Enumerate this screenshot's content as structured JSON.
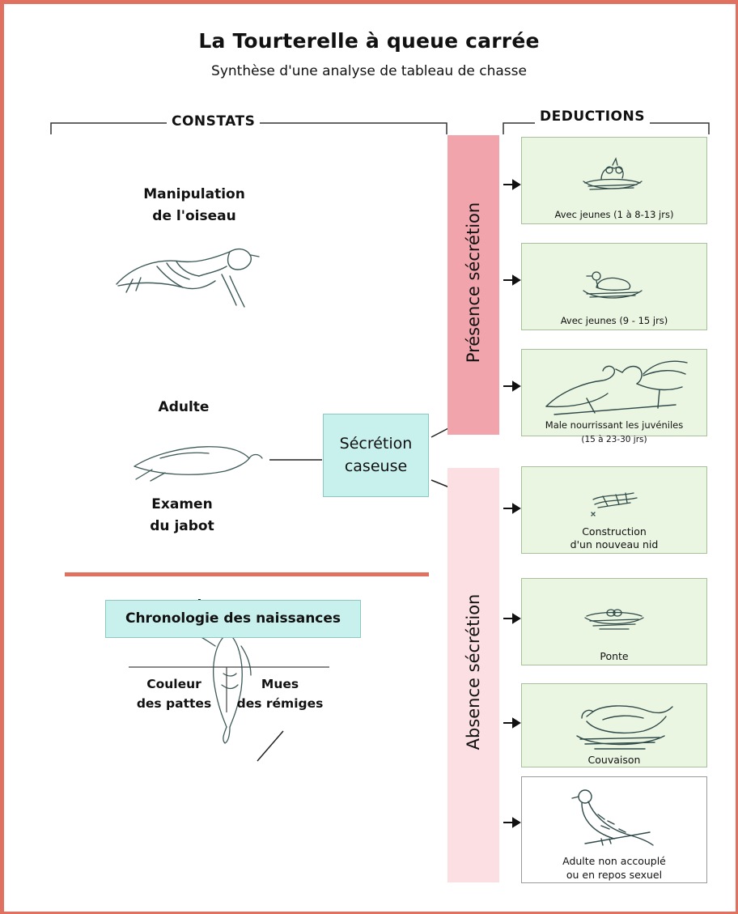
{
  "header": {
    "title": "La Tourterelle à queue carrée",
    "subtitle": "Synthèse d'une analyse de tableau de chasse"
  },
  "columns": {
    "constats": "CONSTATS",
    "deductions": "DEDUCTIONS"
  },
  "constats": {
    "manipulation": [
      "Manipulation",
      "de l'oiseau"
    ],
    "adulte": "Adulte",
    "examen": [
      "Examen",
      "du jabot"
    ],
    "jeune": "jeune",
    "couleur": [
      "Couleur",
      "des pattes"
    ],
    "mues": [
      "Mues",
      "des rémiges"
    ],
    "chronologie": "Chronologie des naissances"
  },
  "secretion_box": [
    "Sécrétion",
    "caseuse"
  ],
  "bands": {
    "presence": {
      "label": "Présence sécrétion",
      "color": "#f2a4ac"
    },
    "absence": {
      "label": "Absence sécrétion",
      "color": "#fbdfe3"
    }
  },
  "deductions": {
    "presence": [
      {
        "lines": [
          "Avec jeunes (1 à 8-13 jrs)"
        ],
        "icon": "nest-with-chicks-icon"
      },
      {
        "lines": [
          "Avec jeunes (9 - 15 jrs)"
        ],
        "icon": "nest-with-young-icon"
      },
      {
        "lines": [
          "Male nourrissant les juvéniles",
          "(15 à 23-30 jrs)"
        ],
        "icon": "feeding-doves-icon"
      }
    ],
    "absence": [
      {
        "lines": [
          "Construction",
          "d'un nouveau nid"
        ],
        "icon": "nest-building-icon"
      },
      {
        "lines": [
          "Ponte"
        ],
        "icon": "nest-with-egg-icon"
      },
      {
        "lines": [
          "Couvaison"
        ],
        "icon": "brooding-dove-icon"
      },
      {
        "lines": [
          "Adulte non accouplé",
          "ou en repos sexuel"
        ],
        "icon": "perched-dove-icon"
      }
    ]
  },
  "colors": {
    "frame": "#e07060",
    "divider": "#e07060",
    "deduction_box": "#eaf5e2",
    "secretion_box": "#c8f0ec"
  }
}
